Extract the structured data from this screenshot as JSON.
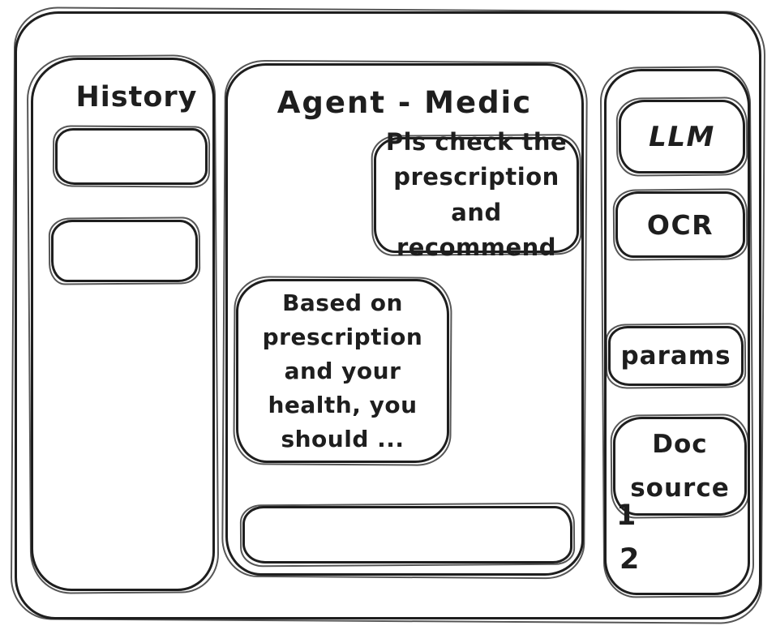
{
  "colors": {
    "ink": "#1e1e1e",
    "background": "#ffffff"
  },
  "history_panel": {
    "title": "History",
    "items": [
      {
        "label": ""
      },
      {
        "label": ""
      }
    ]
  },
  "chat": {
    "title": "Agent - Medic",
    "messages": [
      {
        "role": "user",
        "text": "Pls check the\nprescription\nand recommend"
      },
      {
        "role": "agent",
        "text": "Based on\nprescription\nand your\nhealth, you\nshould ..."
      }
    ],
    "input": {
      "value": "",
      "placeholder": ""
    }
  },
  "tools_panel": {
    "buttons": [
      {
        "id": "llm",
        "label": "LLM"
      },
      {
        "id": "ocr",
        "label": "OCR"
      },
      {
        "id": "params",
        "label": "params"
      },
      {
        "id": "doc-source",
        "label": "Doc\nsource"
      }
    ],
    "doc_items": [
      "1",
      "2"
    ]
  }
}
